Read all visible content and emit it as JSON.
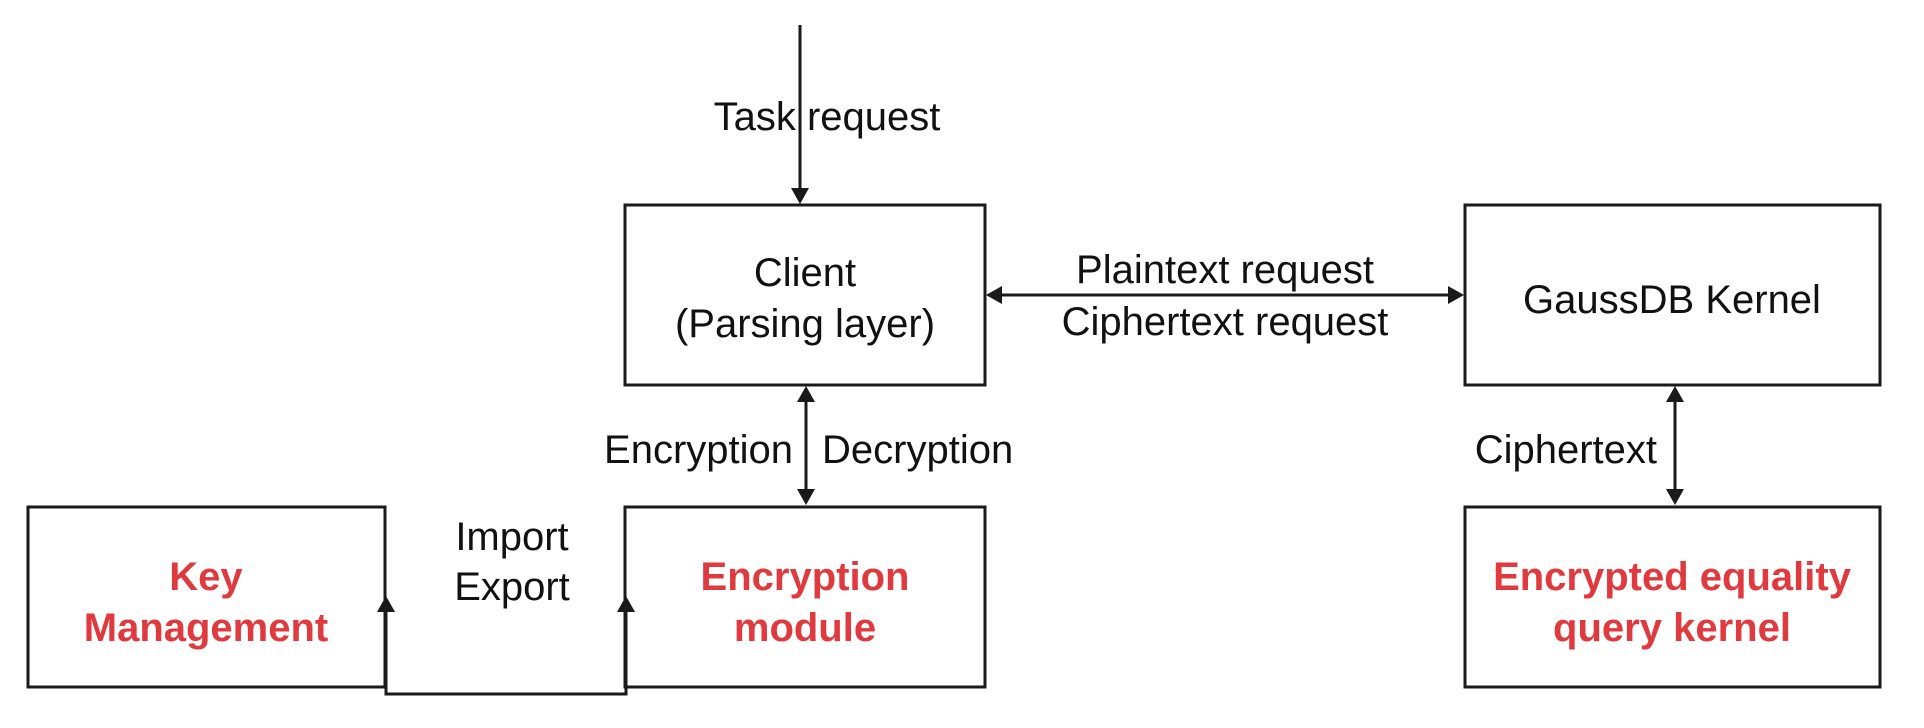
{
  "colors": {
    "highlight": "#e0393e",
    "line": "#1a1a1a",
    "text": "#111111"
  },
  "edges": {
    "task_request": "Task request",
    "plaintext_request": "Plaintext request",
    "ciphertext_request": "Ciphertext request",
    "encryption": "Encryption",
    "decryption": "Decryption",
    "import": "Import",
    "export": "Export",
    "ciphertext": "Ciphertext"
  },
  "nodes": {
    "client": {
      "line1": "Client",
      "line2": "(Parsing layer)"
    },
    "gaussdb": {
      "label": "GaussDB Kernel"
    },
    "key_management": {
      "line1": "Key",
      "line2": "Management"
    },
    "encryption_module": {
      "line1": "Encryption",
      "line2": "module"
    },
    "equality_kernel": {
      "line1": "Encrypted equality",
      "line2": "query kernel"
    }
  }
}
